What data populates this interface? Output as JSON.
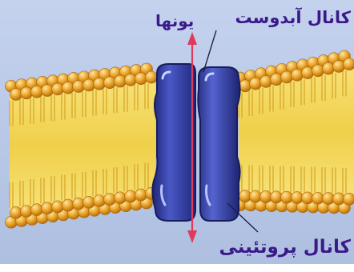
{
  "labels": {
    "hydrophilic_channel": "کانال آبدوست",
    "ions": "یونها",
    "protein_channel": "کانال پروتئینی"
  },
  "colors": {
    "label_text": "#3a1a8a",
    "water": "#b9c9e8",
    "tail_band": "#f2d75a",
    "head": "#e8a21e",
    "protein": "#2e3a9a",
    "arrow": "#e03a5a"
  }
}
